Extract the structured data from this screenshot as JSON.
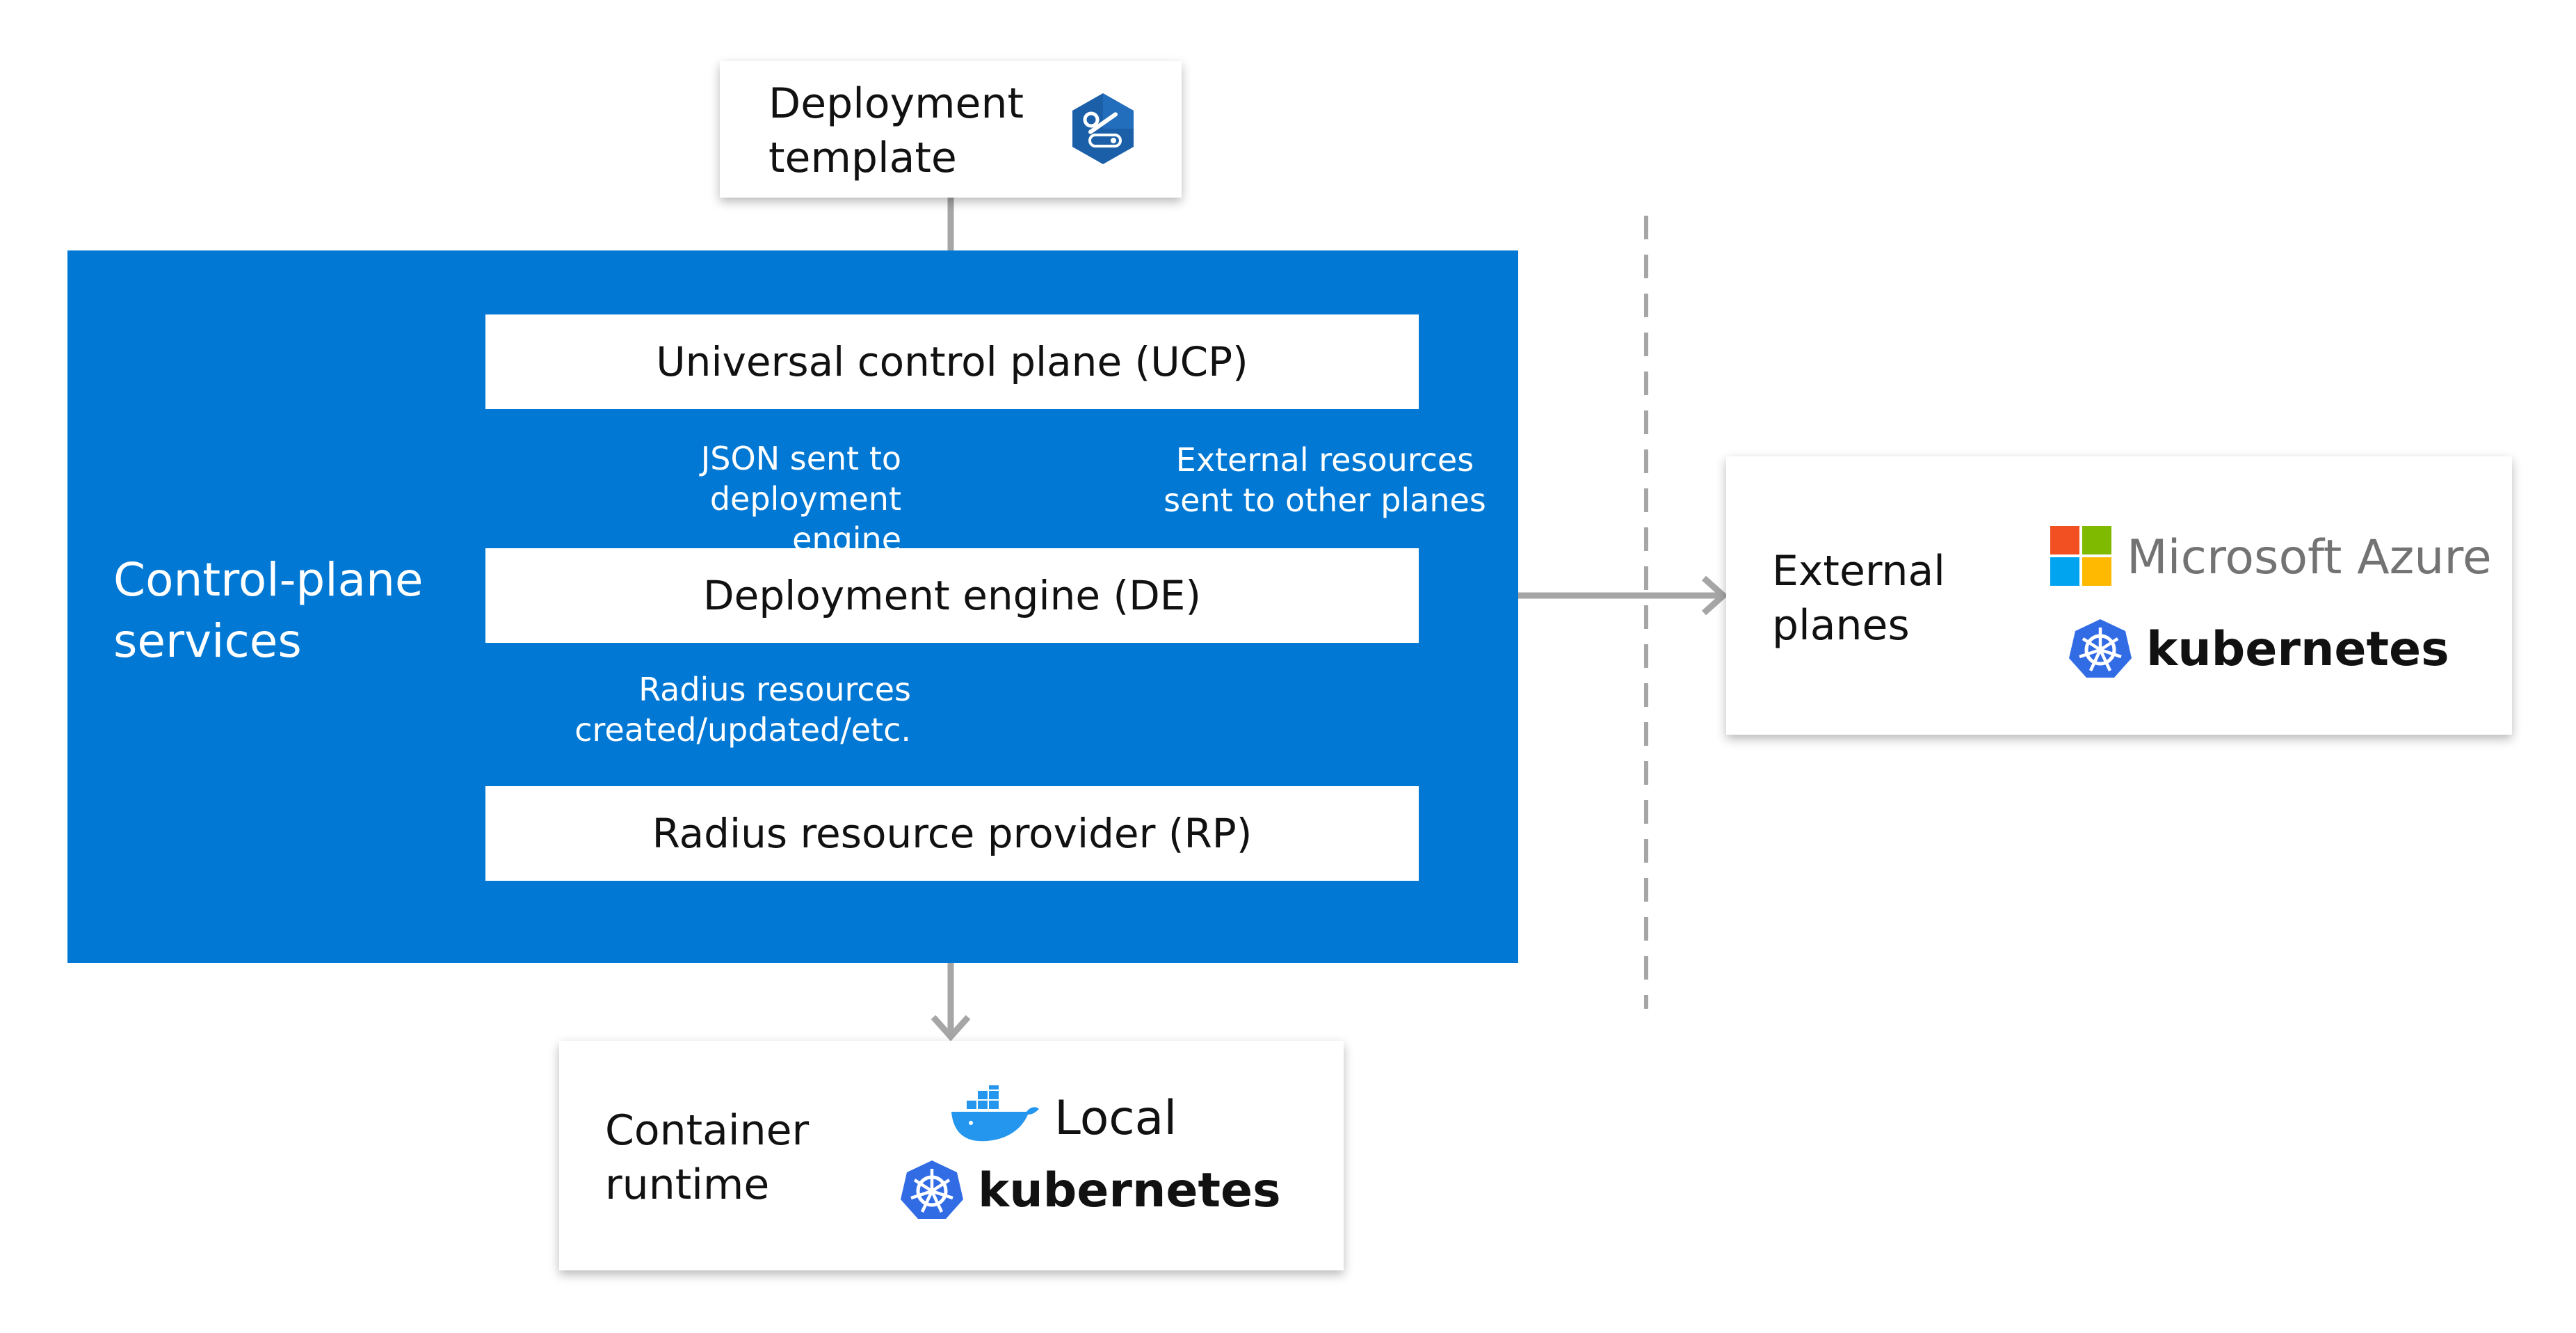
{
  "deployment_template": {
    "label": "Deployment\ntemplate",
    "icon": "template-gear-icon"
  },
  "control_plane": {
    "title": "Control-plane\nservices",
    "color": "#0078d4",
    "ucp": "Universal control plane (UCP)",
    "de": "Deployment engine (DE)",
    "rp": "Radius resource provider (RP)",
    "edge_ucp_de": "JSON sent to\ndeployment engine",
    "edge_de_rp": "Radius resources\ncreated/updated/etc.",
    "edge_external": "External resources\nsent to other planes"
  },
  "external_planes": {
    "label": "External\nplanes",
    "azure": "Microsoft Azure",
    "kubernetes": "kubernetes"
  },
  "container_runtime": {
    "label": "Container\nruntime",
    "local": "Local",
    "kubernetes": "kubernetes"
  },
  "colors": {
    "arrow_white": "#ffffff",
    "arrow_gray": "#a6a6a6",
    "k8s_blue": "#326ce5",
    "docker_blue": "#2496ed",
    "ms_red": "#f25022",
    "ms_green": "#7fba00",
    "ms_blue": "#00a4ef",
    "ms_yellow": "#ffb900"
  }
}
